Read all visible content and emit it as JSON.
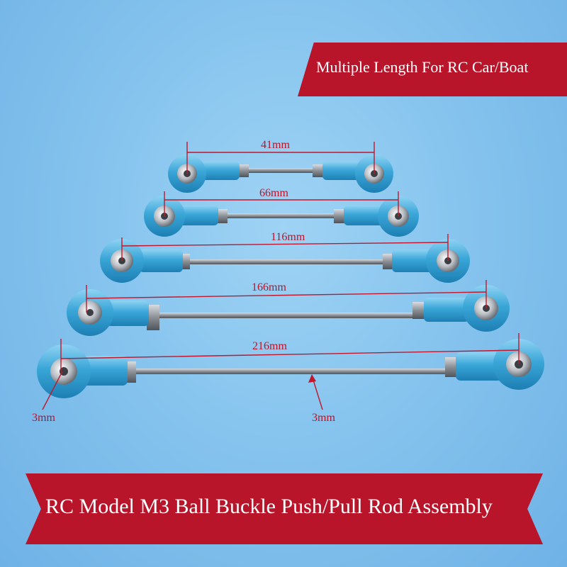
{
  "banner_top": {
    "text": "Multiple Length For RC Car/Boat"
  },
  "banner_bottom": {
    "text": "RC Model M3 Ball Buckle Push/Pull Rod Assembly"
  },
  "rods": [
    {
      "length_label": "41mm"
    },
    {
      "length_label": "66mm"
    },
    {
      "length_label": "116mm"
    },
    {
      "length_label": "166mm"
    },
    {
      "length_label": "216mm"
    }
  ],
  "callouts": {
    "ball_hole": "3mm",
    "rod_diameter": "3mm"
  },
  "colors": {
    "background": "#86c4ee",
    "banner": "#b8142a",
    "rod_end": "#3aa6d8",
    "rod": "#8a8f96",
    "marker": "#c0182c"
  }
}
